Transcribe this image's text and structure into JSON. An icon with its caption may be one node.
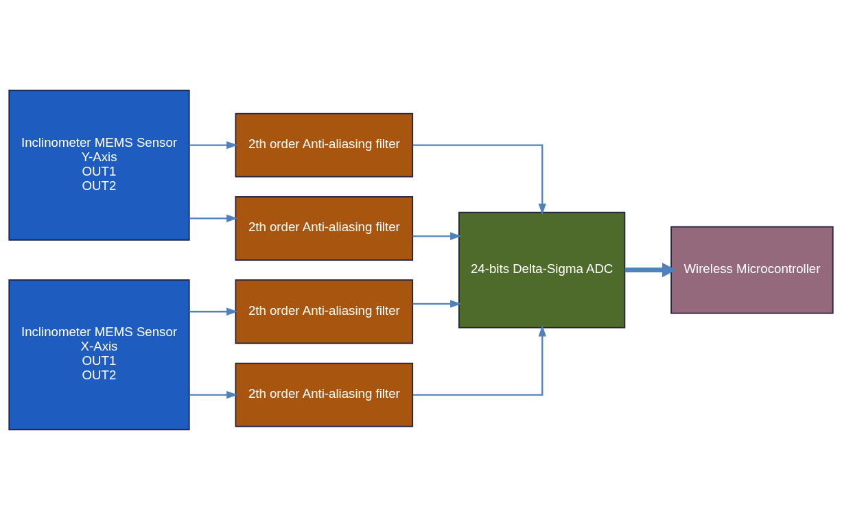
{
  "diagram": {
    "nodes": [
      {
        "text": [
          "Inclinometer MEMS Sensor",
          "Y-Axis",
          "OUT1",
          "OUT2"
        ]
      },
      {
        "text": [
          "2th order Anti-aliasing filter"
        ]
      },
      {
        "text": [
          "2th order Anti-aliasing filter"
        ]
      },
      {
        "text": [
          "Inclinometer MEMS Sensor",
          "X-Axis",
          "OUT1",
          "OUT2"
        ]
      },
      {
        "text": [
          "2th order Anti-aliasing filter"
        ]
      },
      {
        "text": [
          "2th order Anti-aliasing filter"
        ]
      },
      {
        "text": [
          "24-bits Delta-Sigma ADC"
        ]
      },
      {
        "text": [
          "Wireless Microcontroller"
        ]
      }
    ],
    "edges": [
      {
        "from": 0,
        "to": 1,
        "arrow": "to"
      },
      {
        "from": 0,
        "to": 2,
        "arrow": "to"
      },
      {
        "from": 3,
        "to": 4,
        "arrow": "to"
      },
      {
        "from": 3,
        "to": 5,
        "arrow": "to"
      },
      {
        "from": 1,
        "to": 6,
        "arrow": "to"
      },
      {
        "from": 2,
        "to": 6,
        "arrow": "to"
      },
      {
        "from": 4,
        "to": 6,
        "arrow": "to"
      },
      {
        "from": 5,
        "to": 6,
        "arrow": "to"
      },
      {
        "from": 6,
        "to": 7,
        "arrow": "to",
        "style": "thick"
      }
    ]
  }
}
